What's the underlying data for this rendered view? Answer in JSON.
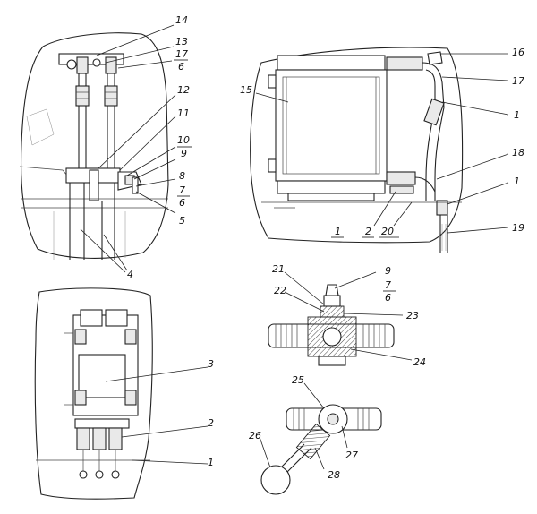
{
  "callouts": {
    "c14": "14",
    "c13": "13",
    "c17a": "17",
    "c6a": "6",
    "c12": "12",
    "c11": "11",
    "c10": "10",
    "c9a": "9",
    "c8": "8",
    "c7a": "7",
    "c6b": "6",
    "c5": "5",
    "c4": "4",
    "c15": "15",
    "c16": "16",
    "c17b": "17",
    "c1a": "1",
    "c18": "18",
    "c1b": "1",
    "c19": "19",
    "c1c": "1",
    "c2a": "2",
    "c20": "20",
    "c21": "21",
    "c22": "22",
    "c9b": "9",
    "c7b": "7",
    "c6c": "6",
    "c23": "23",
    "c24": "24",
    "c3": "3",
    "c2b": "2",
    "c1d": "1",
    "c25": "25",
    "c26": "26",
    "c27": "27",
    "c28": "28"
  }
}
